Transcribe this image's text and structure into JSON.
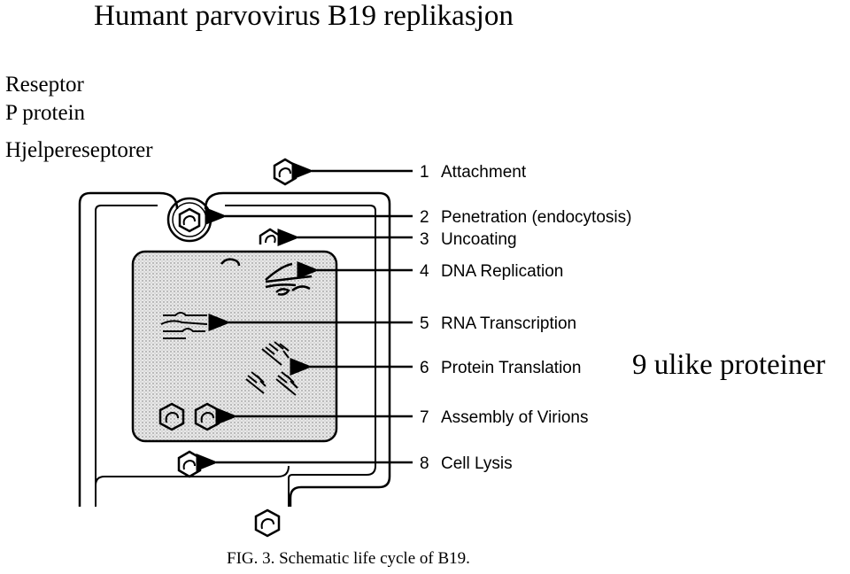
{
  "title": "Humant parvovirus B19 replikasjon",
  "side_labels": [
    "Reseptor",
    "P protein",
    "Hjelpereseptorer"
  ],
  "note": "9 ulike proteiner",
  "figure": {
    "caption": "FIG. 3.  Schematic life cycle of B19.",
    "steps": [
      {
        "num": "1",
        "label": "Attachment"
      },
      {
        "num": "2",
        "label": "Penetration (endocytosis)"
      },
      {
        "num": "3",
        "label": "Uncoating"
      },
      {
        "num": "4",
        "label": "DNA Replication"
      },
      {
        "num": "5",
        "label": "RNA Transcription"
      },
      {
        "num": "6",
        "label": "Protein Translation"
      },
      {
        "num": "7",
        "label": "Assembly of Virions"
      },
      {
        "num": "8",
        "label": "Cell Lysis"
      }
    ]
  }
}
